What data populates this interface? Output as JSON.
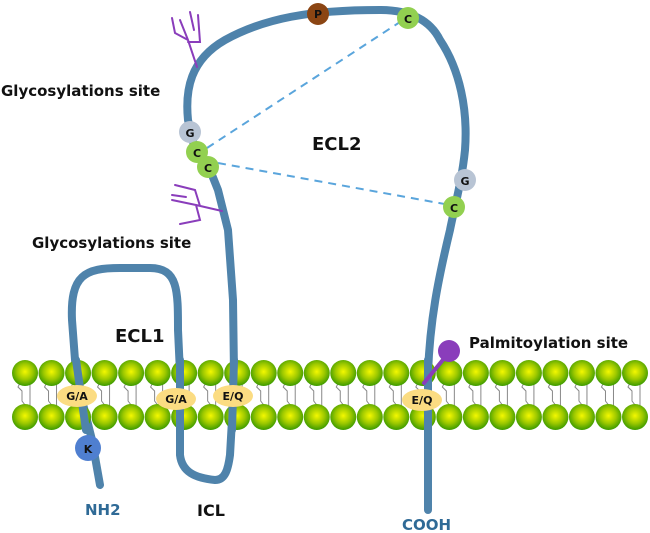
{
  "diagram": {
    "title": "GPCR topology with membrane bilayer",
    "colors": {
      "backbone": "#4f83ab",
      "bead_center": "#eef000",
      "bead_edge": "#3c9a00",
      "cys": "#92d050",
      "gly": "#b8c4d4",
      "phospho": "#8b4513",
      "lys": "#4f7fd0",
      "motif": "#fbdc82",
      "glycan": "#8a3dbb",
      "palmitoyl": "#8a3dbb",
      "disulfide": "#5aa5dc",
      "terminus_text": "#2f6a96"
    },
    "labels": {
      "glyco_top": "Glycosylations site",
      "glyco_bottom": "Glycosylations site",
      "ecl2": "ECL2",
      "ecl1": "ECL1",
      "icl": "ICL",
      "palmitoylation": "Palmitoylation site",
      "nterm": "NH2",
      "cterm": "COOH"
    },
    "residues": {
      "p": "P",
      "c_top_right": "C",
      "g_left": "G",
      "c_left_1": "C",
      "c_left_2": "C",
      "g_right": "G",
      "c_right": "C",
      "k": "K"
    },
    "motifs": {
      "tm1": "G/A",
      "tm2": "G/A",
      "tm3": "E/Q",
      "tm4": "E/Q"
    },
    "membrane": {
      "beads_per_leaflet": 24
    }
  }
}
